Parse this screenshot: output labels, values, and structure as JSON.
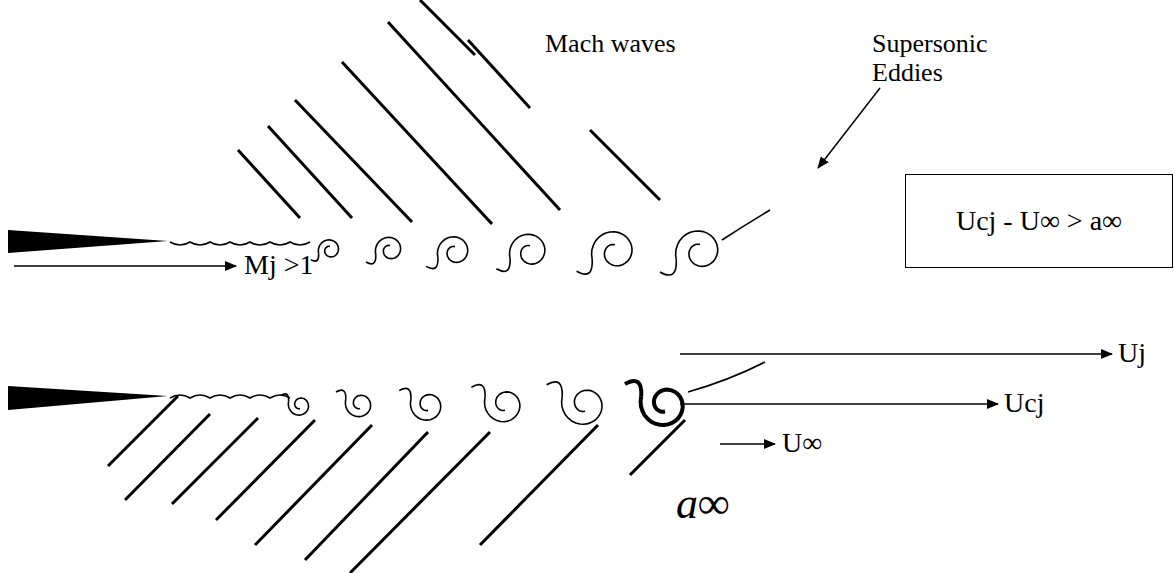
{
  "diagram": {
    "nodes": [
      {
        "text": [
          "Ucj - U∞ > a∞"
        ]
      }
    ],
    "labels": [
      "Mach waves",
      "Supersonic Eddies",
      "Mj >1",
      "Uj",
      "Ucj",
      "U∞",
      "a∞"
    ]
  }
}
